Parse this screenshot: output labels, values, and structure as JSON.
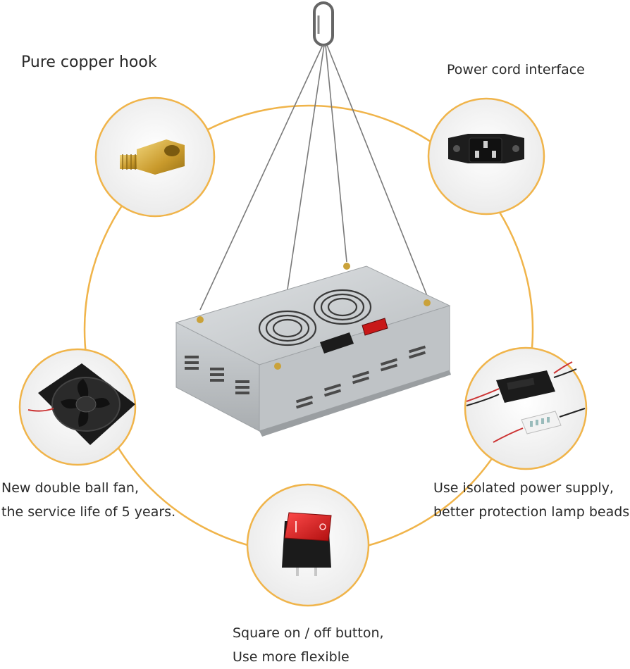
{
  "features": {
    "hook": {
      "label": "Pure copper hook"
    },
    "power_cord": {
      "label": "Power cord interface"
    },
    "fan": {
      "line1": "New double ball fan,",
      "line2": "the service life of 5 years."
    },
    "power_supply": {
      "line1": "Use isolated power supply,",
      "line2": "better protection lamp beads."
    },
    "switch": {
      "line1": "Square on / off button,",
      "line2": "Use more flexible"
    }
  },
  "colors": {
    "ring": "#f0b44a",
    "housing": "#c9cdd0",
    "switch_red": "#d21a1a",
    "brass": "#d9b24a"
  },
  "icons": [
    "carabiner-icon",
    "brass-hook-icon",
    "iec-socket-icon",
    "cooling-fan-icon",
    "led-driver-icon",
    "rocker-switch-icon"
  ]
}
